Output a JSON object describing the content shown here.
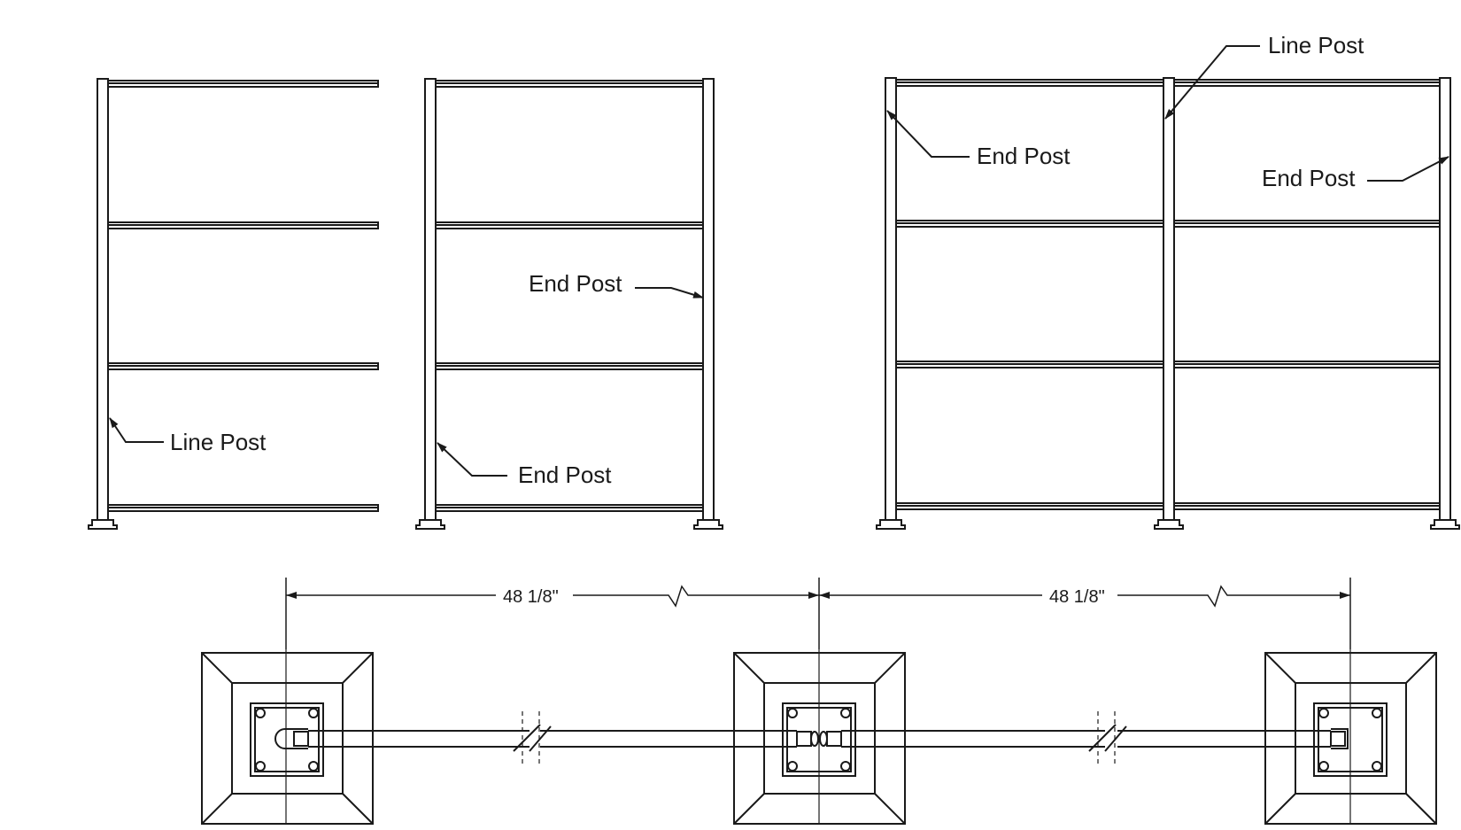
{
  "labels": {
    "panel1_line_post": "Line Post",
    "panel2_end_post_right": "End Post",
    "panel2_end_post_left": "End Post",
    "panel3_line_post": "Line Post",
    "panel3_end_post_left": "End Post",
    "panel3_end_post_right": "End Post"
  },
  "dimensions": {
    "left_span": "48 1/8\"",
    "right_span": "48 1/8\""
  },
  "colors": {
    "line": "#1a1a1a",
    "background": "#ffffff"
  }
}
